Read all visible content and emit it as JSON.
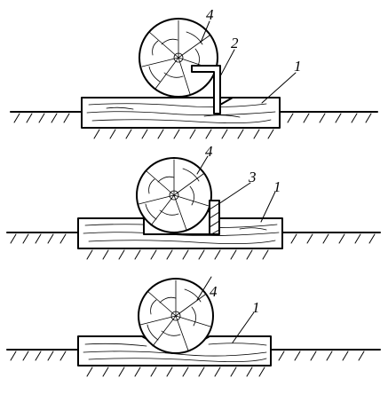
{
  "figure": {
    "panel_1": {
      "log_label": "4",
      "wedge_label": "2",
      "beam_label": "1"
    },
    "panel_2": {
      "log_label": "4",
      "chock_label": "3",
      "beam_label": "1"
    },
    "panel_3": {
      "log_label": "4",
      "beam_label": "1"
    }
  },
  "colors": {
    "ink": "#000000",
    "background": "#ffffff"
  }
}
